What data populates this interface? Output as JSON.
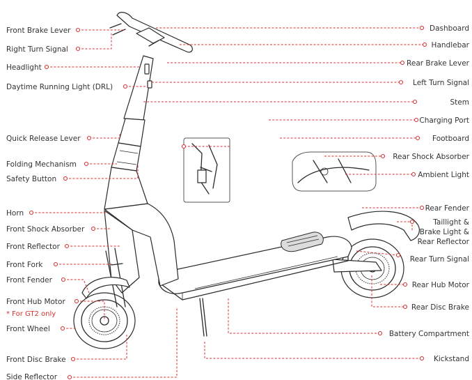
{
  "labels_left": [
    "Front Brake Lever",
    "Right Turn Signal",
    "Headlight",
    "Daytime Running Light (DRL)",
    "Quick Release Lever",
    "Folding Mechanism",
    "Safety Button",
    "Horn",
    "Front Shock Absorber",
    "Front Reflector",
    "Front Fork",
    "Front Fender",
    "Front Hub Motor",
    "Front Wheel",
    "Front Disc Brake",
    "Side Reflector"
  ],
  "note": "* For GT2 only",
  "labels_right": [
    "Dashboard",
    "Handlebar",
    "Rear Brake Lever",
    "Left Turn Signal",
    "Stem",
    "Charging Port",
    "Footboard",
    "Rear Shock Absorber",
    "Ambient Light",
    "Rear Fender",
    "Taillight &",
    "Brake Light &",
    "Rear Reflector",
    "Rear Turn Signal",
    "Rear Hub Motor",
    "Rear Disc Brake",
    "Battery Compartment",
    "Kickstand"
  ],
  "colors": {
    "leader": "#d8312e",
    "ink": "#2a2a2a",
    "text": "#333333"
  }
}
